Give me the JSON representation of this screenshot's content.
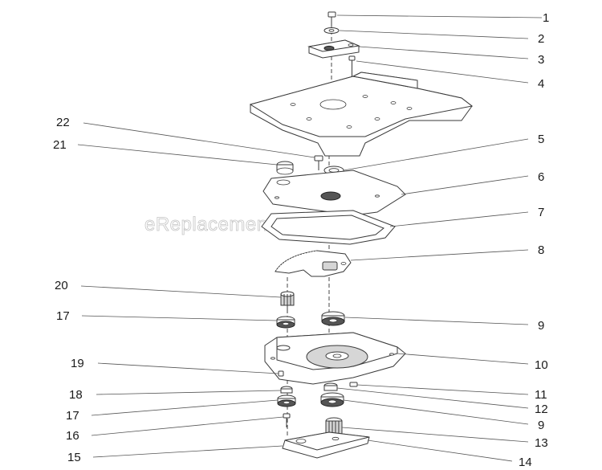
{
  "watermark": "eReplacementParts.com",
  "callouts": [
    {
      "id": "c1",
      "label": "1"
    },
    {
      "id": "c2",
      "label": "2"
    },
    {
      "id": "c3",
      "label": "3"
    },
    {
      "id": "c4",
      "label": "4"
    },
    {
      "id": "c5",
      "label": "5"
    },
    {
      "id": "c6",
      "label": "6"
    },
    {
      "id": "c7",
      "label": "7"
    },
    {
      "id": "c8",
      "label": "8"
    },
    {
      "id": "c9a",
      "label": "9"
    },
    {
      "id": "c10",
      "label": "10"
    },
    {
      "id": "c11",
      "label": "11"
    },
    {
      "id": "c12",
      "label": "12"
    },
    {
      "id": "c9b",
      "label": "9"
    },
    {
      "id": "c13",
      "label": "13"
    },
    {
      "id": "c14",
      "label": "14"
    },
    {
      "id": "c22",
      "label": "22"
    },
    {
      "id": "c21",
      "label": "21"
    },
    {
      "id": "c20",
      "label": "20"
    },
    {
      "id": "c17a",
      "label": "17"
    },
    {
      "id": "c19",
      "label": "19"
    },
    {
      "id": "c18",
      "label": "18"
    },
    {
      "id": "c17b",
      "label": "17"
    },
    {
      "id": "c16",
      "label": "16"
    },
    {
      "id": "c15",
      "label": "15"
    }
  ]
}
